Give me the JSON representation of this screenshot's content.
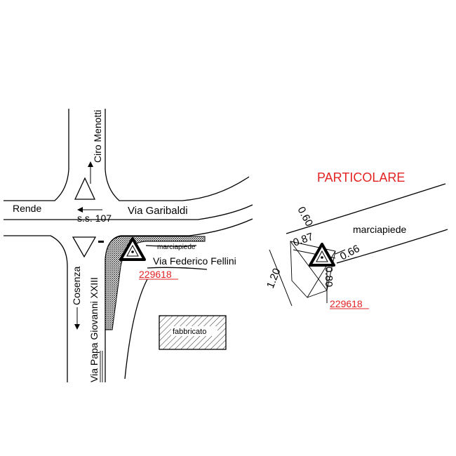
{
  "plan": {
    "streets": {
      "rende": "Rende",
      "ss107": "s.s. 107",
      "garibaldi": "Via Garibaldi",
      "ciro_menotti": "Ciro Menotti",
      "cosenza": "Cosenza",
      "papa_giovanni": "Via Papa Giovanni XXIII",
      "fellini": "Via Federico Fellini"
    },
    "sidewalk_label": "marciapiede",
    "marker_code": "229618",
    "building_label": "fabbricato"
  },
  "detail": {
    "title": "PARTICOLARE",
    "sidewalk_label": "marciapiede",
    "marker_code": "229618",
    "dimensions": {
      "d060": "0.60",
      "d087": "0.87",
      "d066": "0.66",
      "d120": "1.20",
      "d080": "0.80"
    }
  },
  "colors": {
    "line": "#000000",
    "accent": "#e32222",
    "hatch": "#333333"
  },
  "icons": [
    "warning-triangle-icon",
    "arrow-up-icon",
    "arrow-down-icon",
    "arrow-left-icon"
  ]
}
